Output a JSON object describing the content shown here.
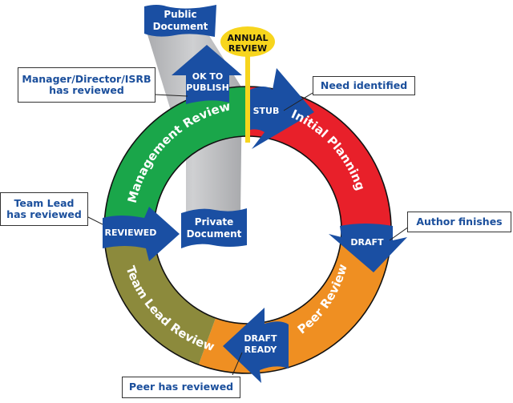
{
  "title": "Document lifecycle diagram",
  "colors": {
    "management_review": "#1aa64a",
    "initial_planning": "#e8202a",
    "peer_review": "#ef8f22",
    "team_lead_review": "#8c8a3c",
    "arrow_blue": "#1a4fa3",
    "annual_review": "#f7d51d",
    "ribbon_gray": "#bcbdc0",
    "callout_text": "#1b4f9c"
  },
  "stages": [
    {
      "id": "management_review",
      "label": "Management Review"
    },
    {
      "id": "initial_planning",
      "label": "Initial Planning"
    },
    {
      "id": "peer_review",
      "label": "Peer Review"
    },
    {
      "id": "team_lead_review",
      "label": "Team Lead Review"
    }
  ],
  "states": {
    "stub": "STUB",
    "draft": "DRAFT",
    "draft_ready_line1": "DRAFT",
    "draft_ready_line2": "READY",
    "reviewed": "REVIEWED",
    "ok_to_publish_line1": "OK TO",
    "ok_to_publish_line2": "PUBLISH"
  },
  "documents": {
    "public_line1": "Public",
    "public_line2": "Document",
    "private_line1": "Private",
    "private_line2": "Document"
  },
  "annual_review": {
    "line1": "ANNUAL",
    "line2": "REVIEW"
  },
  "callouts": {
    "need_identified": "Need identified",
    "author_finishes": "Author finishes",
    "peer_reviewed": "Peer has reviewed",
    "team_lead_line1": "Team Lead",
    "team_lead_line2": "has reviewed",
    "manager_line1": "Manager/Director/ISRB",
    "manager_line2": "has reviewed"
  }
}
